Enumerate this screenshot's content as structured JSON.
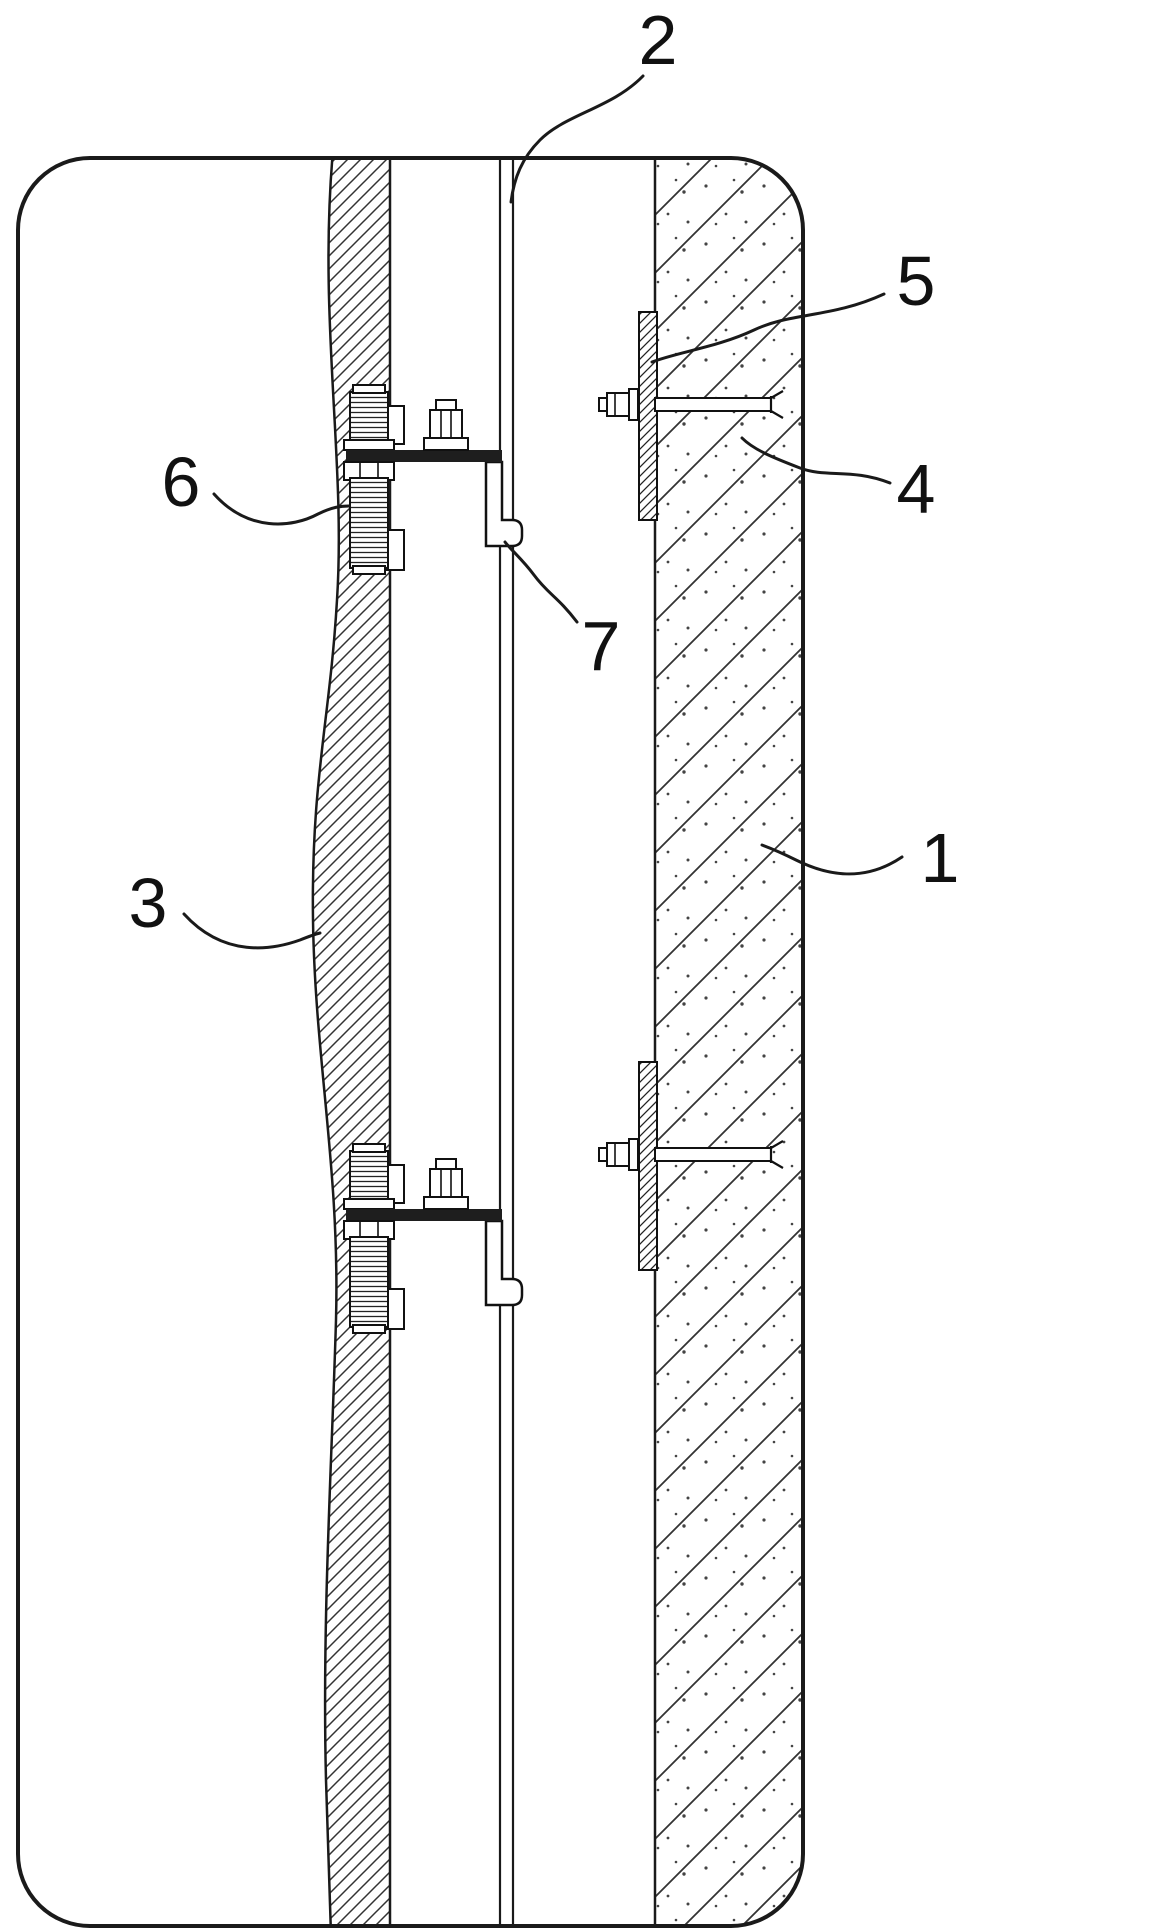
{
  "diagram": {
    "figure_labels": [
      {
        "number": "1",
        "target": "concrete-wall"
      },
      {
        "number": "2",
        "target": "vertical-profile"
      },
      {
        "number": "3",
        "target": "stone-panel"
      },
      {
        "number": "4",
        "target": "expansion-anchor-bolt"
      },
      {
        "number": "5",
        "target": "embedded-steel-plate"
      },
      {
        "number": "6",
        "target": "panel-back-bolt"
      },
      {
        "number": "7",
        "target": "l-shaped-bracket"
      }
    ]
  },
  "colors": {
    "line": "#1a1a1a",
    "background": "#ffffff"
  }
}
